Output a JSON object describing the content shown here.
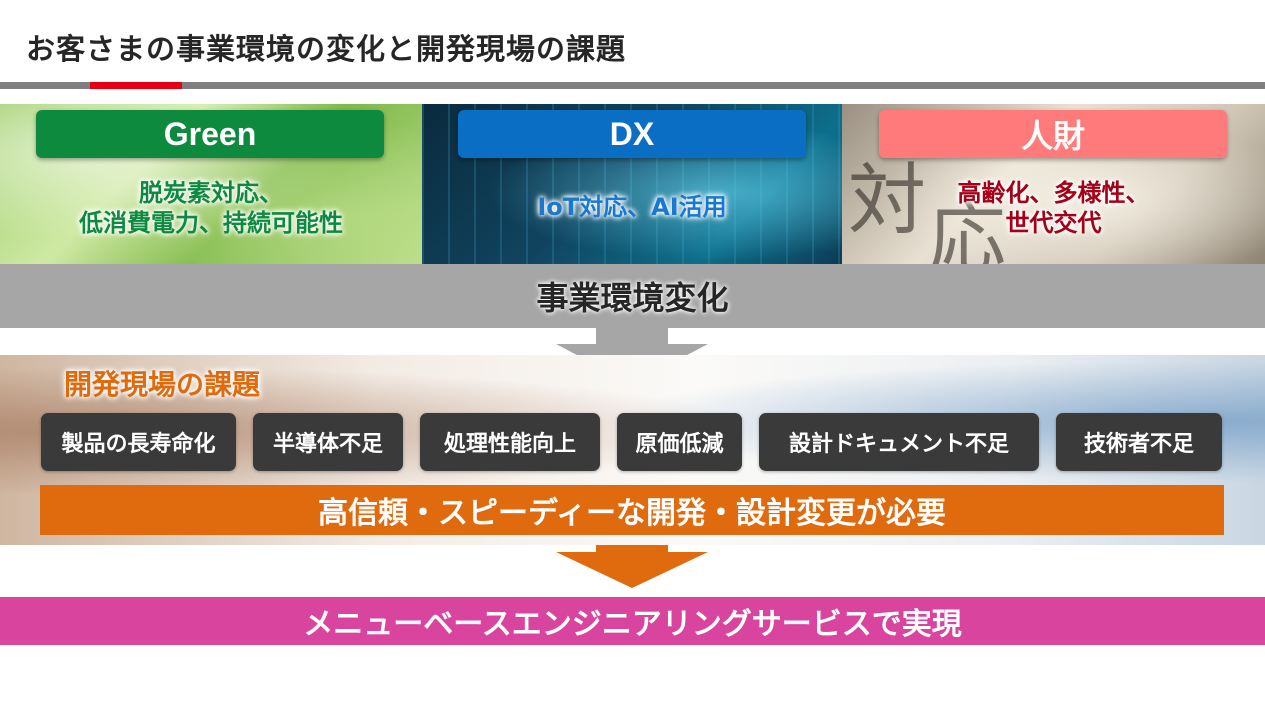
{
  "slide_title": "お客さまの事業環境の変化と開発現場の課題",
  "panels": [
    {
      "heading": "Green",
      "line1": "脱炭素対応、",
      "line2": "低消費電力、持続可能性"
    },
    {
      "heading": "DX",
      "line1": "IoT対応、AI活用",
      "line2": ""
    },
    {
      "heading": "人財",
      "line1": "高齢化、多様性、",
      "line2": "世代交代",
      "bg_glyph1": "対",
      "bg_glyph2": "応"
    }
  ],
  "change_label": "事業環境変化",
  "issues": {
    "title": "開発現場の課題",
    "chips": [
      "製品の長寿命化",
      "半導体不足",
      "処理性能向上",
      "原価低減",
      "設計ドキュメント不足",
      "技術者不足"
    ],
    "requirement": "高信頼・スピーディーな開発・設計変更が必要"
  },
  "solution": "メニューベースエンジニアリングサービスで実現",
  "colors": {
    "accent_red": "#e50012",
    "green": "#0e8a3e",
    "blue": "#0a6fc4",
    "pink_light": "#ff7b7b",
    "orange": "#e06a0e",
    "magenta": "#d9449f",
    "gray": "#a6a6a6"
  }
}
